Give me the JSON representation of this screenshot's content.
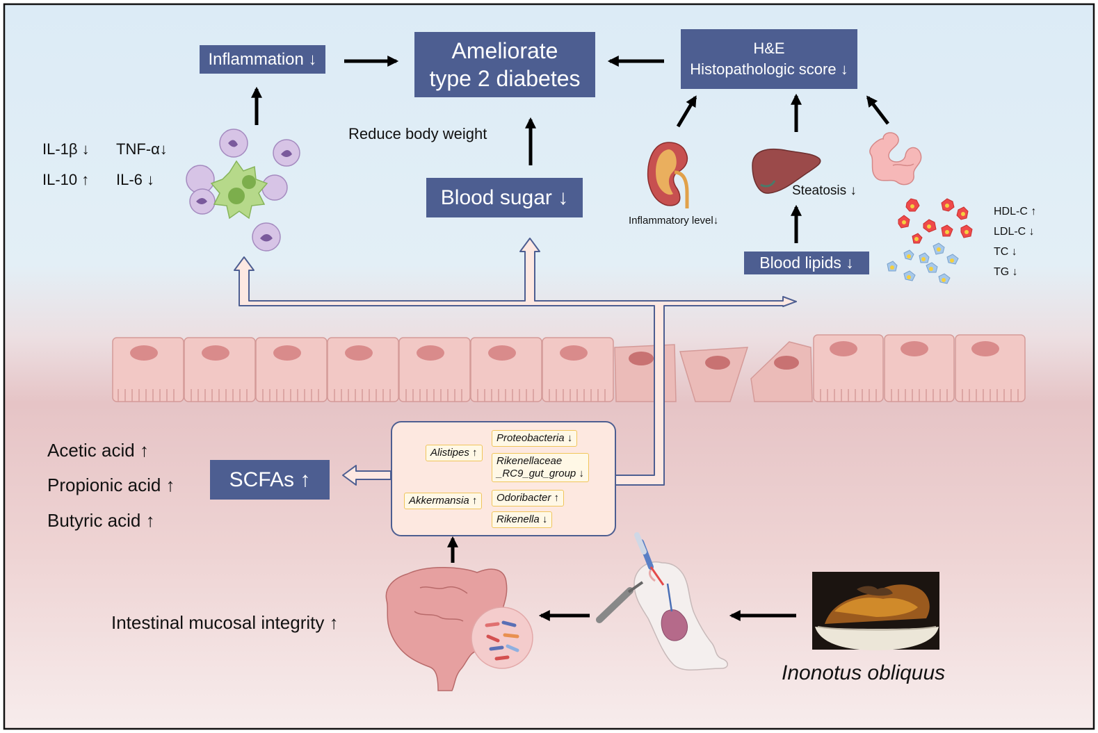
{
  "boxes": {
    "ameliorate_line1": "Ameliorate",
    "ameliorate_line2": "type 2 diabetes",
    "inflammation": "Inflammation ↓",
    "he_line1": "H&E",
    "he_line2": "Histopathologic score ↓",
    "blood_sugar": "Blood sugar ↓",
    "blood_lipids": "Blood lipids ↓",
    "scfas": "SCFAs  ↑"
  },
  "cytokines": {
    "il1b": "IL-1β ↓",
    "tnfa": "TNF-α↓",
    "il10": "IL-10 ↑",
    "il6": "IL-6 ↓"
  },
  "labels": {
    "reduce_body_weight": "Reduce body weight",
    "inflammatory_level": "Inflammatory level↓",
    "steatosis": "Steatosis ↓",
    "intestinal_integrity": "Intestinal mucosal integrity ↑",
    "inonotus": "Inonotus obliquus"
  },
  "lipids": {
    "hdl": "HDL-C ↑",
    "ldl": "LDL-C  ↓",
    "tc": "TC ↓",
    "tg": "TG ↓"
  },
  "acids": {
    "acetic": "Acetic acid ↑",
    "propionic": "Propionic acid ↑",
    "butyric": "Butyric acid ↑"
  },
  "bacteria": {
    "alistipes": "Alistipes ↑",
    "proteobacteria": "Proteobacteria ↓",
    "rikenellaceae_line1": "Rikenellaceae",
    "rikenellaceae_line2": "_RC9_gut_group ↓",
    "akkermansia": "Akkermansia ↑",
    "odoribacter": "Odoribacter ↑",
    "rikenella": "Rikenella ↓"
  },
  "colors": {
    "box": "#4d5e91",
    "sky": "#deedf6",
    "tissue": "#eccaca",
    "cell": "#f2c8c5",
    "nucleus": "#d98b8b",
    "tag_border": "#f0c55a"
  }
}
